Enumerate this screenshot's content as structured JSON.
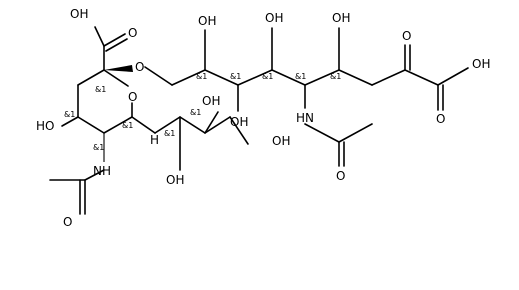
{
  "atoms": [
    {
      "id": "COOH_ring",
      "label": "OH"
    },
    {
      "id": "O_link",
      "label": "O"
    },
    {
      "id": "O_ring",
      "label": "O"
    },
    {
      "id": "OH_ringC4",
      "label": "HO"
    },
    {
      "id": "NH_ring",
      "label": "NH"
    },
    {
      "id": "O_acetyl_ring",
      "label": "O"
    },
    {
      "id": "H_ring",
      "label": "H"
    },
    {
      "id": "OH_side_a",
      "label": "OH"
    },
    {
      "id": "OH_side_b",
      "label": "OH"
    },
    {
      "id": "OH_side_c",
      "label": "OH"
    },
    {
      "id": "O_carboxyl_ring",
      "label": "O"
    },
    {
      "id": "OH_chain_1",
      "label": "OH"
    },
    {
      "id": "OH_chain_2",
      "label": "OH"
    },
    {
      "id": "OH_chain_3",
      "label": "OH"
    },
    {
      "id": "OH_chain_4",
      "label": "OH"
    },
    {
      "id": "NH_chain",
      "label": "HN"
    },
    {
      "id": "O_acetyl_chain",
      "label": "O"
    },
    {
      "id": "O_keto",
      "label": "O"
    },
    {
      "id": "OH_acid",
      "label": "OH"
    },
    {
      "id": "O_acid",
      "label": "O"
    }
  ],
  "stereo_label": "&1"
}
